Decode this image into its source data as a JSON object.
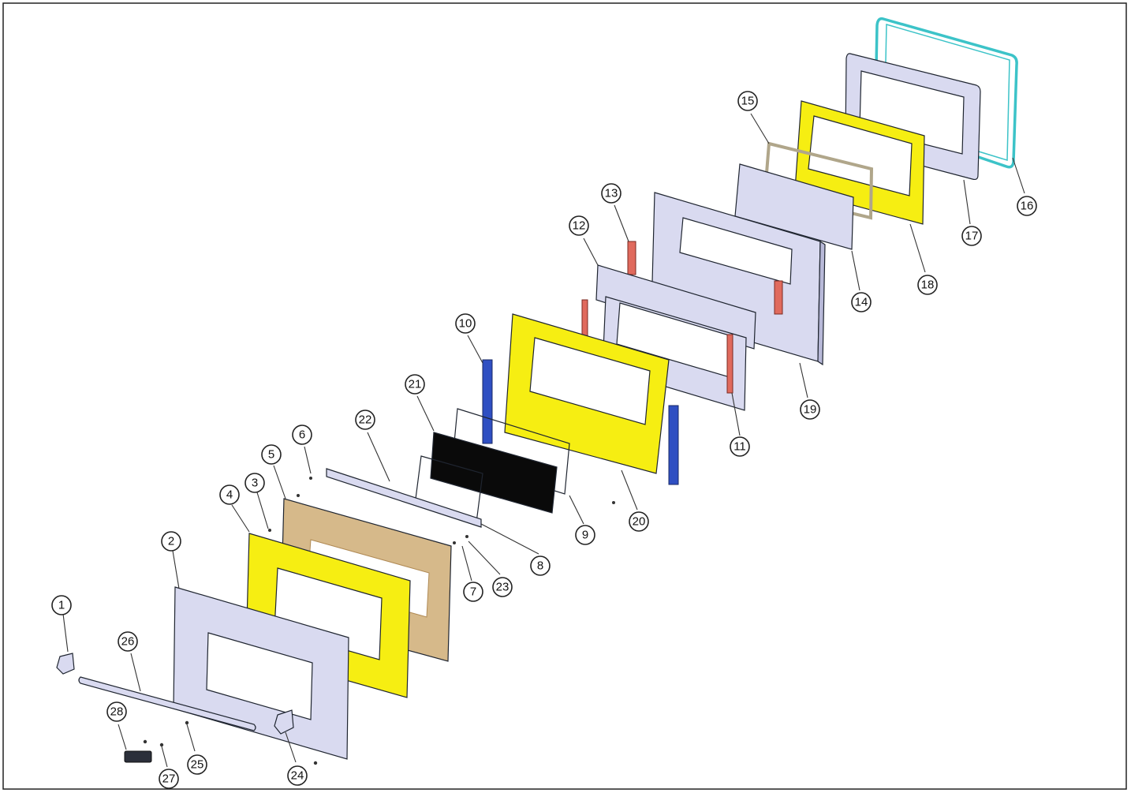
{
  "diagram": {
    "type": "exploded-parts-diagram",
    "colors": {
      "panel_lavender": "#d9daf0",
      "frame_yellow": "#f6ee12",
      "insulation_tan": "#d6b98a",
      "glass_black": "#0a0a0a",
      "hinge_blue": "#2f4fc2",
      "bracket_red": "#e06a5d",
      "seal_cyan": "#3cc3c8",
      "outline_dark": "#1f2530"
    },
    "callouts": [
      {
        "id": "c1",
        "label": "1"
      },
      {
        "id": "c2",
        "label": "2"
      },
      {
        "id": "c3",
        "label": "3"
      },
      {
        "id": "c4",
        "label": "4"
      },
      {
        "id": "c5",
        "label": "5"
      },
      {
        "id": "c6",
        "label": "6"
      },
      {
        "id": "c7",
        "label": "7"
      },
      {
        "id": "c8",
        "label": "8"
      },
      {
        "id": "c9",
        "label": "9"
      },
      {
        "id": "c10",
        "label": "10"
      },
      {
        "id": "c11",
        "label": "11"
      },
      {
        "id": "c12",
        "label": "12"
      },
      {
        "id": "c13",
        "label": "13"
      },
      {
        "id": "c14",
        "label": "14"
      },
      {
        "id": "c15",
        "label": "15"
      },
      {
        "id": "c16",
        "label": "16"
      },
      {
        "id": "c17",
        "label": "17"
      },
      {
        "id": "c18",
        "label": "18"
      },
      {
        "id": "c19",
        "label": "19"
      },
      {
        "id": "c20",
        "label": "20"
      },
      {
        "id": "c21",
        "label": "21"
      },
      {
        "id": "c22",
        "label": "22"
      },
      {
        "id": "c23",
        "label": "23"
      },
      {
        "id": "c24",
        "label": "24"
      },
      {
        "id": "c25",
        "label": "25"
      },
      {
        "id": "c26",
        "label": "26"
      },
      {
        "id": "c27",
        "label": "27"
      },
      {
        "id": "c28",
        "label": "28"
      }
    ]
  }
}
